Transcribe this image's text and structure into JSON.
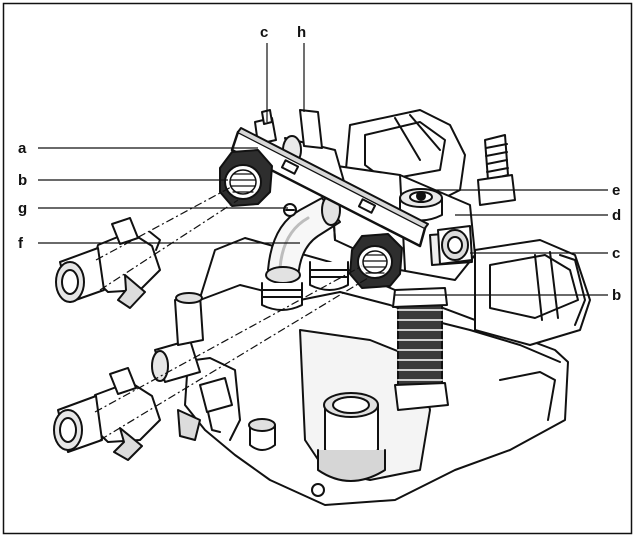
{
  "labels": {
    "a": "a",
    "b": "b",
    "c": "c",
    "d": "d",
    "e": "e",
    "f": "f",
    "g": "g",
    "h": "h"
  },
  "colors": {
    "outline": "#111111",
    "fill": "#ffffff",
    "shade": "#c9c9c9",
    "dark": "#2a2a2a"
  }
}
